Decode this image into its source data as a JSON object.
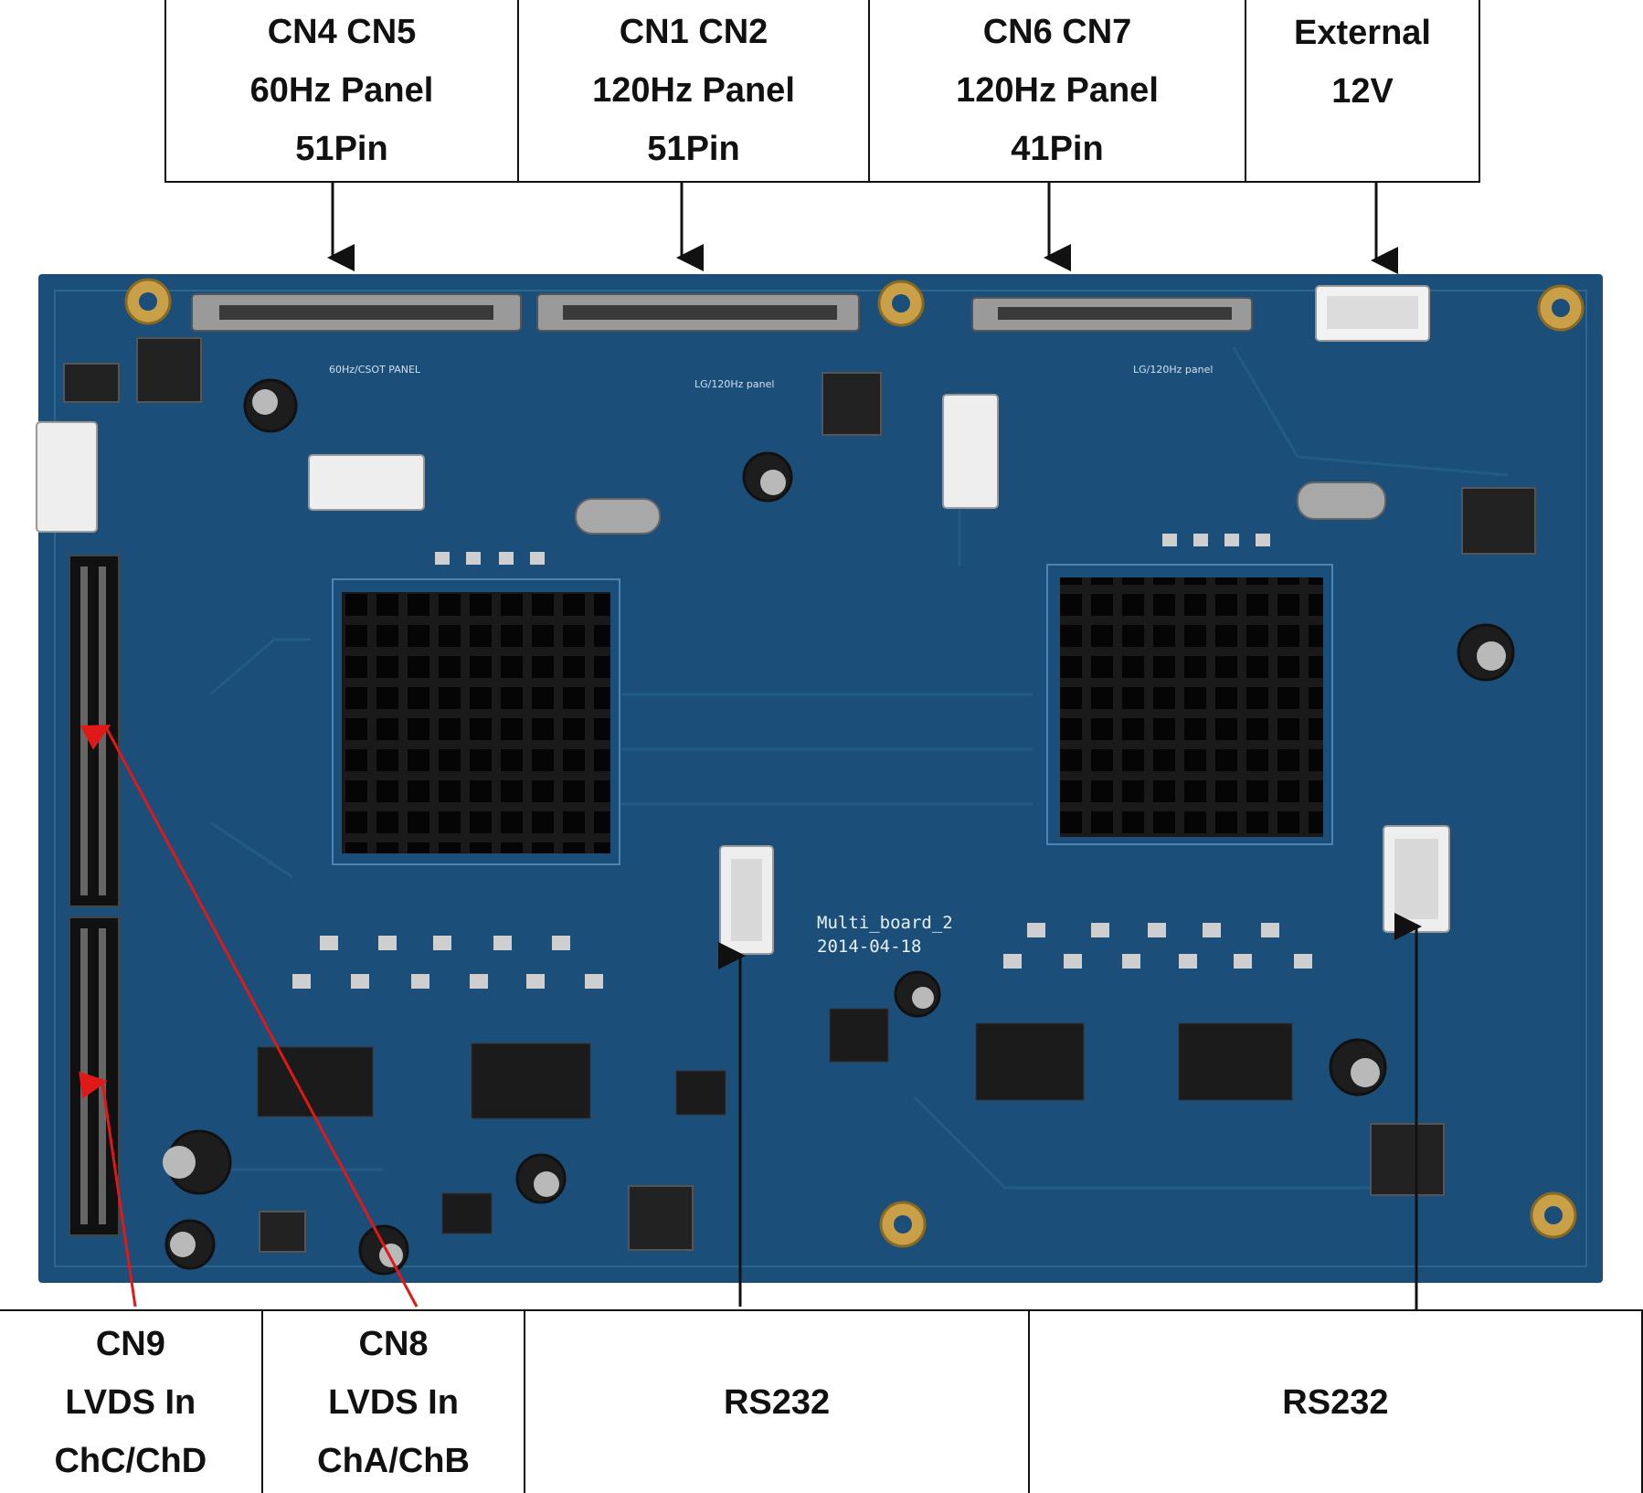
{
  "top_labels": [
    {
      "lines": [
        "CN4 CN5",
        "60Hz Panel",
        "51Pin"
      ]
    },
    {
      "lines": [
        "CN1 CN2",
        "120Hz Panel",
        "51Pin"
      ]
    },
    {
      "lines": [
        "CN6 CN7",
        "120Hz Panel",
        "41Pin"
      ]
    },
    {
      "lines": [
        "External",
        "12V"
      ]
    }
  ],
  "bottom_labels": [
    {
      "lines": [
        "CN9",
        "LVDS In",
        "ChC/ChD"
      ]
    },
    {
      "lines": [
        "CN8",
        "LVDS In",
        "ChA/ChB"
      ]
    },
    {
      "lines": [
        "RS232"
      ]
    },
    {
      "lines": [
        "RS232"
      ]
    }
  ],
  "board": {
    "silkscreen_name": "Multi_board_2",
    "silkscreen_date": "2014-04-18",
    "panel_label_left": "60Hz/CSOT PANEL",
    "panel_label_mid": "LG/120Hz panel",
    "panel_label_right": "LG/120Hz panel",
    "pcb_color": "#1b4f7a",
    "pcb_dark": "#123a5c",
    "arrow_color_black": "#111111",
    "arrow_color_red": "#e01818"
  }
}
